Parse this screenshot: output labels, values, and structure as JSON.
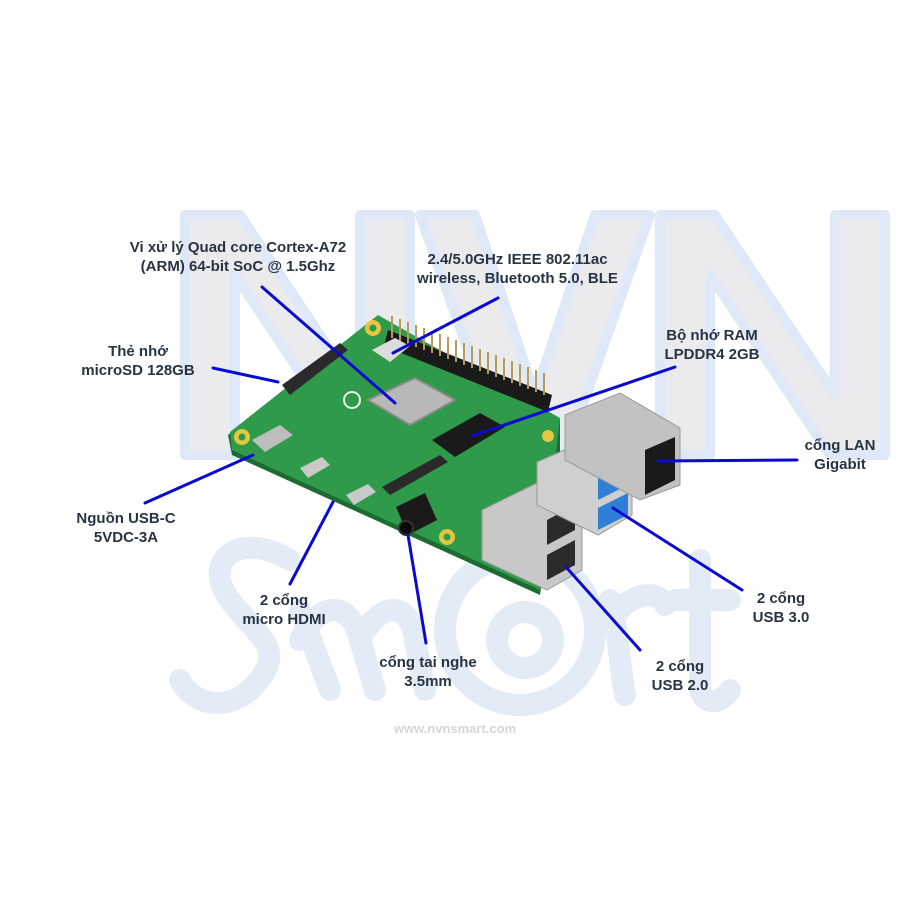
{
  "figure": {
    "subject": "Raspberry Pi 4 board",
    "line_color": "#0a0ad0",
    "text_color": "#283444",
    "board_color": "#2e9a4a"
  },
  "watermark": {
    "top_text": "NVN",
    "script_text": "Sm@rt",
    "website": "www.nvnsmart.com"
  },
  "callouts": [
    {
      "id": "cpu",
      "lines": [
        "Vi xử lý Quad core Cortex-A72",
        "(ARM) 64-bit SoC @ 1.5Ghz"
      ]
    },
    {
      "id": "wireless",
      "lines": [
        "2.4/5.0GHz IEEE 802.11ac",
        "wireless, Bluetooth 5.0, BLE"
      ]
    },
    {
      "id": "microsd",
      "lines": [
        "Thẻ nhớ",
        "microSD 128GB"
      ]
    },
    {
      "id": "ram",
      "lines": [
        "Bộ nhớ RAM",
        "LPDDR4 2GB"
      ]
    },
    {
      "id": "lan",
      "lines": [
        "cổng LAN",
        "Gigabit"
      ]
    },
    {
      "id": "power",
      "lines": [
        "Nguồn USB-C",
        "5VDC-3A"
      ]
    },
    {
      "id": "hdmi",
      "lines": [
        "2 cổng",
        "micro HDMI"
      ]
    },
    {
      "id": "audio",
      "lines": [
        "cổng tai nghe",
        "3.5mm"
      ]
    },
    {
      "id": "usb2",
      "lines": [
        "2 cổng",
        "USB 2.0"
      ]
    },
    {
      "id": "usb3",
      "lines": [
        "2 cổng",
        "USB 3.0"
      ]
    }
  ]
}
